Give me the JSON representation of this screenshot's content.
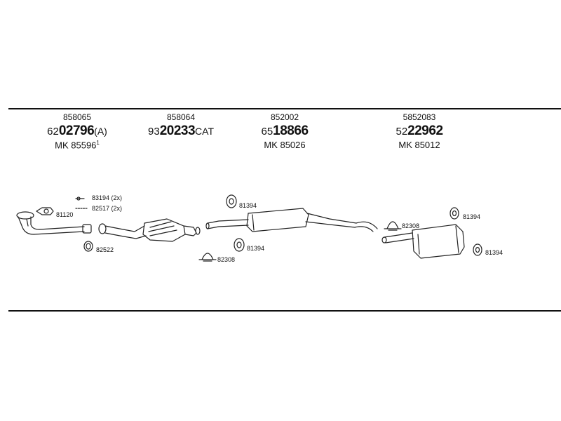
{
  "groups": [
    {
      "code": "858065",
      "prefix": "62",
      "number": "02796",
      "suffix": "(A)",
      "mk": "MK 85596",
      "mk_sup": "1"
    },
    {
      "code": "858064",
      "prefix": "93",
      "number": "20233",
      "suffix": "CAT",
      "mk": "",
      "mk_sup": ""
    },
    {
      "code": "852002",
      "prefix": "65",
      "number": "18866",
      "suffix": "",
      "mk": "MK 85026",
      "mk_sup": ""
    },
    {
      "code": "5852083",
      "prefix": "52",
      "number": "22962",
      "suffix": "",
      "mk": "MK 85012",
      "mk_sup": ""
    }
  ],
  "labels": {
    "gasket_81120": "81120",
    "clamp_83194": "83194 (2x)",
    "bolt_82517": "82517 (2x)",
    "ring_82522": "82522",
    "hanger_81394_a": "81394",
    "hanger_81394_b": "81394",
    "clamp_82308_a": "82308",
    "clamp_82308_b": "82308",
    "hanger_81394_c": "81394",
    "hanger_81394_d": "81394"
  }
}
